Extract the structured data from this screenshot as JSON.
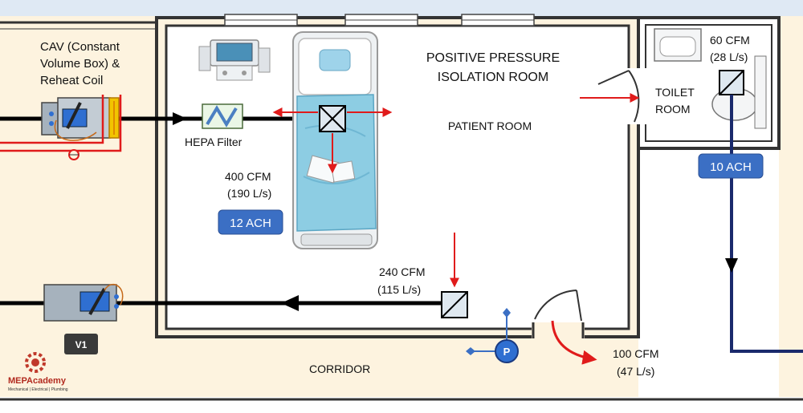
{
  "labels": {
    "cav_line1": "CAV (Constant",
    "cav_line2": "Volume Box) &",
    "cav_line3": "Reheat Coil",
    "hepa": "HEPA Filter",
    "room_title_1": "POSITIVE PRESSURE",
    "room_title_2": "ISOLATION ROOM",
    "patient_room": "PATIENT ROOM",
    "toilet_1": "TOILET",
    "toilet_2": "ROOM",
    "corridor": "CORRIDOR",
    "v1": "V1",
    "pressure_sensor": "P"
  },
  "airflows": {
    "supply_cfm": "400 CFM",
    "supply_ls": "(190 L/s)",
    "supply_ach": "12 ACH",
    "return_cfm": "240 CFM",
    "return_ls": "(115 L/s)",
    "toilet_cfm": "60 CFM",
    "toilet_ls": "(28 L/s)",
    "toilet_ach": "10 ACH",
    "door_cfm": "100 CFM",
    "door_ls": "(47 L/s)"
  },
  "logo": {
    "name": "MEPAcademy",
    "tagline": "Mechanical | Electrical | Plumbing"
  },
  "colors": {
    "supply_arrow": "#e01b1b",
    "exhaust_duct": "#1a2a6c",
    "ach_badge": "#3b6fc4",
    "zone_fill": "#fdf3df",
    "wall": "#333333"
  }
}
